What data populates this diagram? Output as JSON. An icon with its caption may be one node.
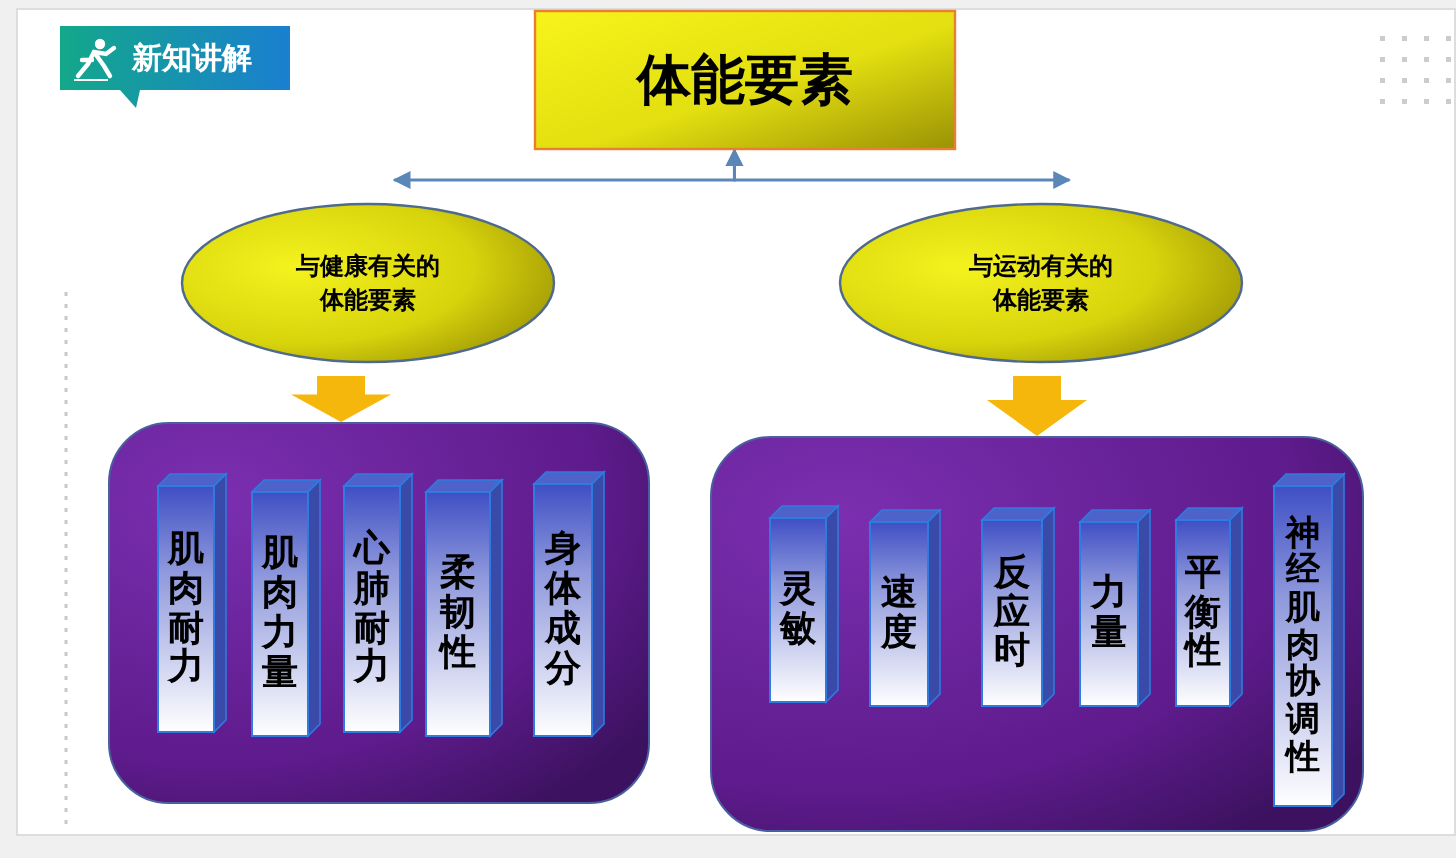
{
  "diagram": {
    "nodes": [
      {
        "text": [
          "体能要素"
        ]
      },
      {
        "text": [
          "与健康有关的体能要素"
        ]
      },
      {
        "text": [
          "与运动有关的体能要素"
        ]
      },
      {
        "text": [],
        "shape": "box"
      },
      {
        "text": [
          "肌肉耐力"
        ],
        "in": 3
      },
      {
        "text": [
          "肌肉力量"
        ],
        "in": 3
      },
      {
        "text": [
          "心肺耐力"
        ],
        "in": 3
      },
      {
        "text": [
          "柔韧性"
        ],
        "in": 3
      },
      {
        "text": [
          "身体成分"
        ],
        "in": 3
      },
      {
        "text": [],
        "shape": "box"
      },
      {
        "text": [
          "灵敏"
        ],
        "in": 9
      },
      {
        "text": [
          "速度"
        ],
        "in": 9
      },
      {
        "text": [
          "反应时"
        ],
        "in": 9
      },
      {
        "text": [
          "力量"
        ],
        "in": 9
      },
      {
        "text": [
          "平衡性"
        ],
        "in": 9
      },
      {
        "text": [
          "神经肌肉协调性"
        ],
        "in": 9
      }
    ],
    "edges": [
      {
        "from": 0,
        "to": 1,
        "arrow": "both"
      },
      {
        "from": 0,
        "to": 2,
        "arrow": "both"
      },
      {
        "from": 1,
        "to": 3,
        "arrow": "to",
        "style": "thick",
        "color": "#f6b70c"
      },
      {
        "from": 2,
        "to": 9,
        "arrow": "to",
        "style": "thick",
        "color": "#f6b70c"
      }
    ],
    "labels": [
      "新知讲解"
    ]
  }
}
